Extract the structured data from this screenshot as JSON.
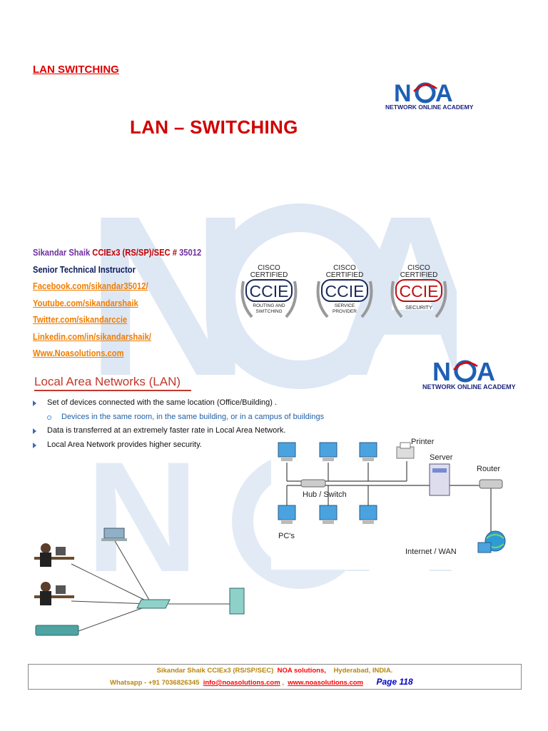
{
  "header": {
    "section_label": "LAN SWITCHING"
  },
  "logo": {
    "letters": "NOA",
    "tagline": "NETWORK ONLINE ACADEMY"
  },
  "main_title": "LAN – SWITCHING",
  "author": {
    "name": "Sikandar Shaik",
    "cred": "CCIEx3 (RS/SP)/SEC #",
    "number": "35012",
    "role": "Senior Technical Instructor",
    "links": [
      "Facebook.com/sikandar35012/",
      "Youtube.com/sikandarshaik",
      "Twitter.com/sikandarccie",
      "Linkedin.com/in/sikandarshaik/",
      "Www.Noasolutions.com"
    ]
  },
  "badges": [
    {
      "top": "CISCO",
      "mid": "CERTIFIED",
      "main": "CCIE",
      "sub1": "ROUTING AND",
      "sub2": "SWITCHING"
    },
    {
      "top": "CISCO",
      "mid": "CERTIFIED",
      "main": "CCIE",
      "sub1": "SERVICE",
      "sub2": "PROVIDER"
    },
    {
      "top": "CISCO",
      "mid": "CERTIFIED",
      "main": "CCIE",
      "sub1": "SECURITY",
      "sub2": ""
    }
  ],
  "lan": {
    "heading": "Local Area Networks (LAN)",
    "bullets": [
      "Set of devices connected with the same location  (Office/Building) .",
      "Devices in the same room, in the same building, or in a campus of buildings",
      "Data is transferred at an extremely faster rate in Local Area Network.",
      "Local Area Network provides higher security."
    ]
  },
  "diagram": {
    "printer": "Printer",
    "server": "Server",
    "router": "Router",
    "hub": "Hub / Switch",
    "pcs": "PC's",
    "internet": "Internet / WAN"
  },
  "footer": {
    "line1_a": "Sikandar Shaik CCIEx3 (RS/SP/SEC)",
    "line1_b": "NOA solutions,",
    "line1_c": "Hyderabad, INDIA.",
    "line2_a": "Whatsapp - +91 7036826345",
    "line2_email": "info@noasolutions.com",
    "line2_sep": ",",
    "line2_web": "www.noasolutions.com",
    "page": "Page 118"
  },
  "colors": {
    "accent_red": "#d00000",
    "logo_blue": "#1e5fb4",
    "link_orange": "#f07d00"
  }
}
